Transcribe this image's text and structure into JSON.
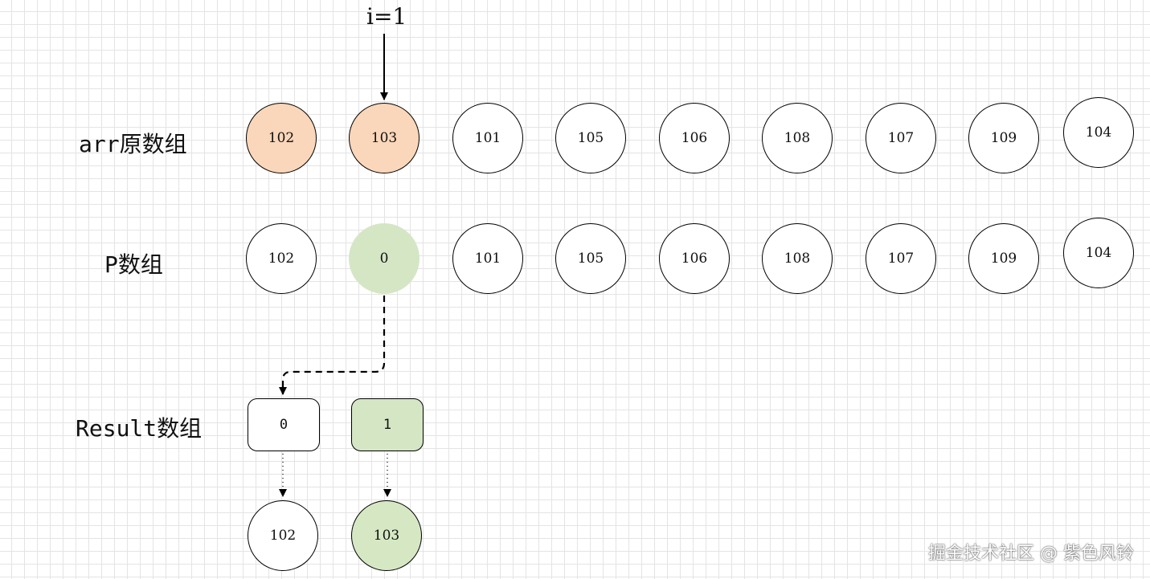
{
  "pointer": {
    "label": "i=1"
  },
  "rows": {
    "arr": {
      "label": "arr原数组",
      "values": [
        "102",
        "103",
        "101",
        "105",
        "106",
        "108",
        "107",
        "109",
        "104"
      ]
    },
    "p": {
      "label": "P数组",
      "values": [
        "102",
        "0",
        "101",
        "105",
        "106",
        "108",
        "107",
        "109",
        "104"
      ]
    },
    "result": {
      "label": "Result数组",
      "boxes": [
        "0",
        "1"
      ],
      "values": [
        "102",
        "103"
      ]
    }
  },
  "colors": {
    "orange_fill": "#fad7ba",
    "green_fill": "#d5e6c5",
    "grid": "#e4e4e4"
  },
  "watermark": "掘金技术社区 @ 紫色风铃"
}
